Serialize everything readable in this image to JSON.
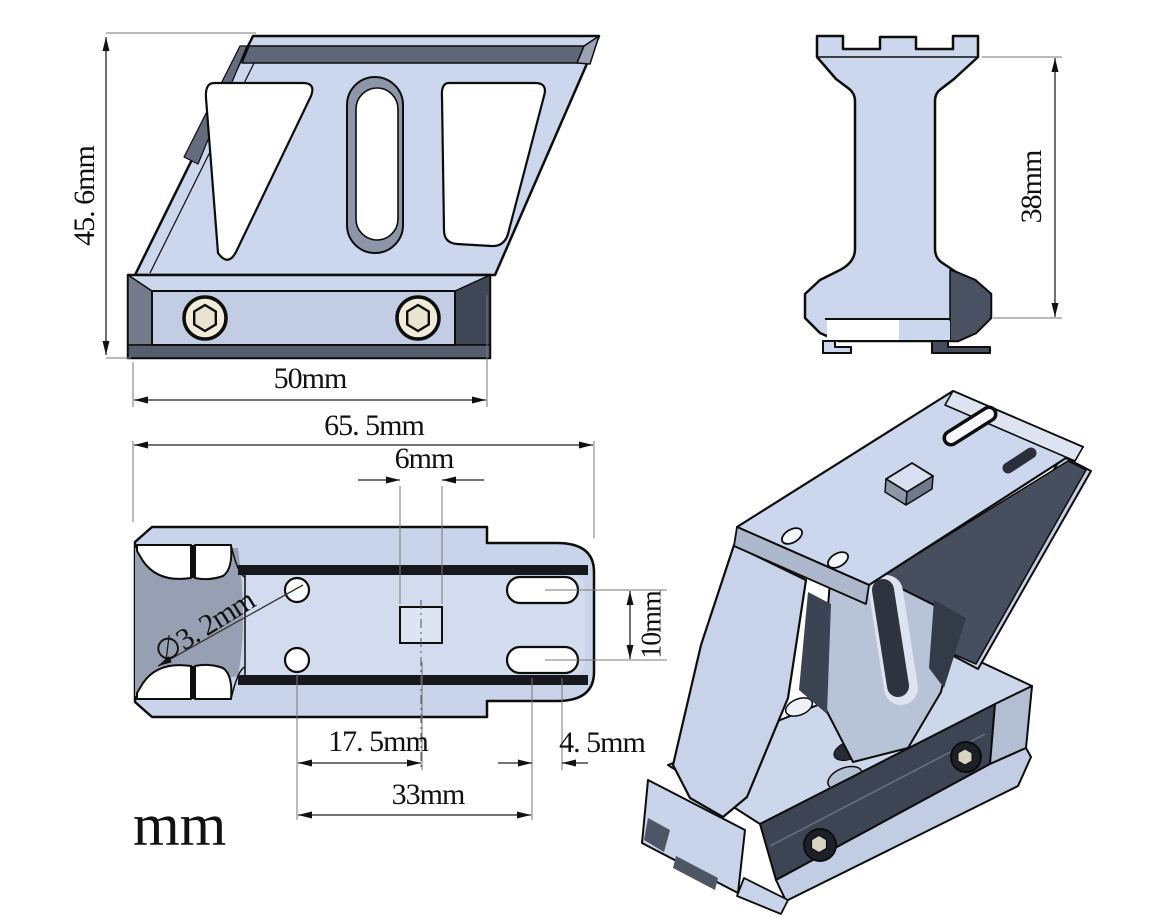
{
  "unit_label": "mm",
  "views": {
    "side": {
      "height_label": "45. 6mm",
      "width_label": "50mm"
    },
    "front": {
      "height_label": "38mm"
    },
    "top": {
      "overall_width_label": "65. 5mm",
      "lug_width_label": "6mm",
      "hole_diameter_label": "∅3. 2mm",
      "slot_spacing_label": "10mm",
      "hole_offset_label": "17. 5mm",
      "slot_length_label": "4. 5mm",
      "hole_span_label": "33mm"
    }
  },
  "colors": {
    "body": "#ccd6ec",
    "body_shade": "#b9c3d8",
    "dark_face": "#3d4454",
    "stripe": "#16181d",
    "screw_head": "#f1ebda",
    "line": "#0d0d0d"
  }
}
